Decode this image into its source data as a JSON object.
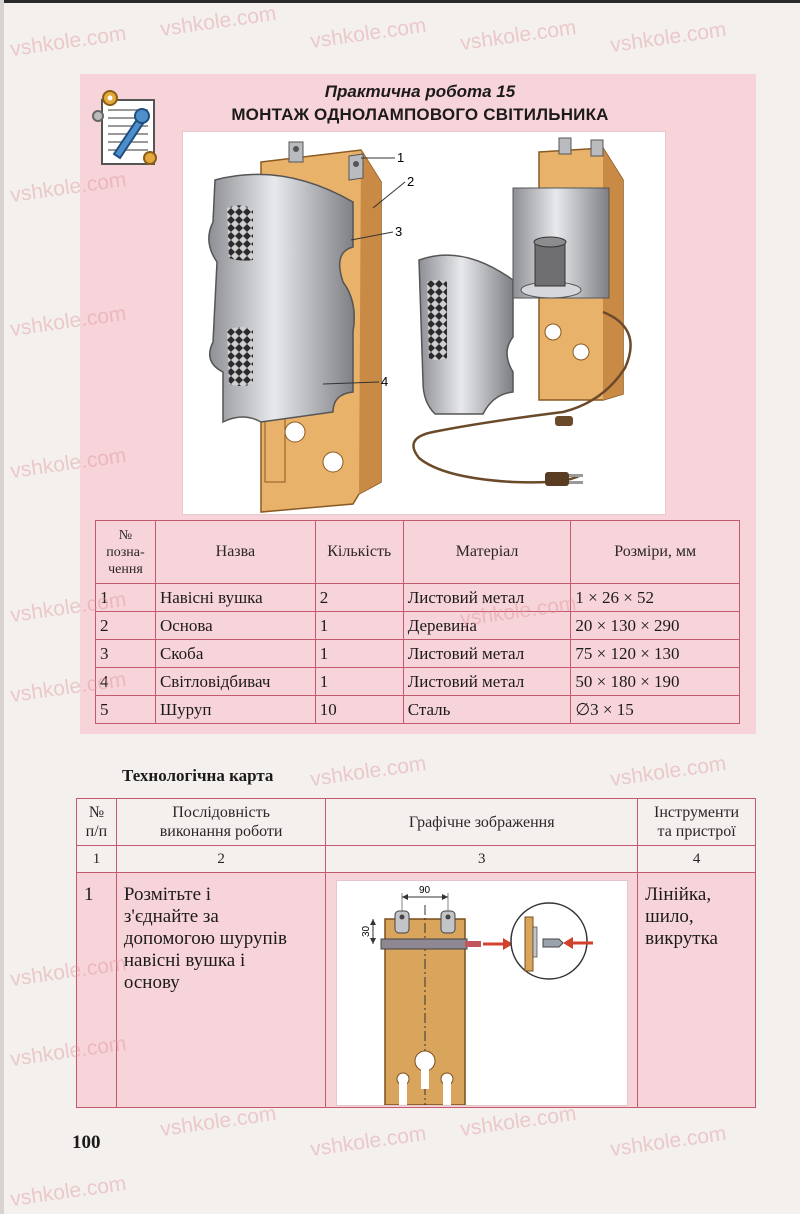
{
  "watermark": "vshkole.com",
  "practical_work": {
    "subtitle": "Практична робота 15",
    "title": "МОНТАЖ ОДНОЛАМПОВОГО СВІТИЛЬНИКА",
    "callouts": [
      "1",
      "2",
      "3",
      "4"
    ]
  },
  "parts_table": {
    "headers": {
      "number": [
        "№",
        "позна-",
        "чення"
      ],
      "name": "Назва",
      "quantity": "Кількість",
      "material": "Матеріал",
      "dimensions": "Розміри, мм"
    },
    "rows": [
      {
        "number": "1",
        "name": "Навісні вушка",
        "quantity": "2",
        "material": "Листовий метал",
        "dimensions": "1 × 26 × 52"
      },
      {
        "number": "2",
        "name": "Основа",
        "quantity": "1",
        "material": "Деревина",
        "dimensions": "20 × 130 × 290"
      },
      {
        "number": "3",
        "name": "Скоба",
        "quantity": "1",
        "material": "Листовий метал",
        "dimensions": "75 × 120 × 130"
      },
      {
        "number": "4",
        "name": "Світловідбивач",
        "quantity": "1",
        "material": "Листовий метал",
        "dimensions": "50 × 180 × 190"
      },
      {
        "number": "5",
        "name": "Шуруп",
        "quantity": "10",
        "material": "Сталь",
        "dimensions": "∅3 × 15"
      }
    ]
  },
  "tech_card": {
    "heading": "Технологічна карта",
    "headers": {
      "number": [
        "№",
        "п/п"
      ],
      "sequence": [
        "Послідовність",
        "виконання роботи"
      ],
      "graphic": "Графічне зображення",
      "tools": [
        "Інструменти",
        "та пристрої"
      ]
    },
    "column_numbers": [
      "1",
      "2",
      "3",
      "4"
    ],
    "steps": [
      {
        "number": "1",
        "text": [
          "Розмітьте і",
          "з'єднайте за",
          "допомогою шурупів",
          "навісні вушка і",
          "основу"
        ],
        "tools": [
          "Лінійка,",
          "шило,",
          "викрутка"
        ],
        "drawing_labels": {
          "width": "90",
          "height": "30"
        }
      }
    ]
  },
  "page_number": "100"
}
